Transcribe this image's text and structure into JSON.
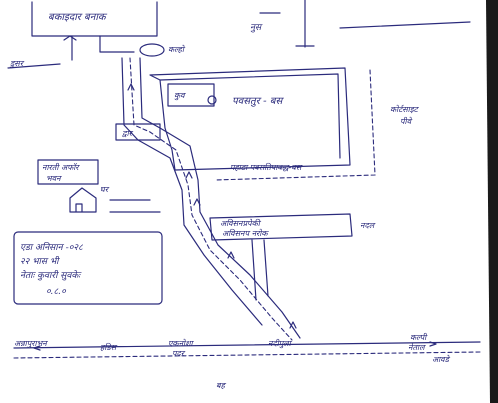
{
  "labels": {
    "top_box": "बकाइदार बनाक",
    "top_right": "नुस",
    "left_margin_top": "डुसर",
    "circle_label": "कल्हो",
    "inner_box_small": "कुव",
    "main_building": "पवसतुर - बस",
    "right_side": [
      "कोर्टसाइट",
      "पीवे"
    ],
    "gate_label": "द्वार",
    "building_bottom": "पहाडा पवसतिपाबद्ध-बस",
    "left_small_box": [
      "नारती अफॉर",
      "भवन"
    ],
    "house_label": "घर",
    "mid_box": [
      "अविसनप्रपेकी",
      "अविसनप नरोक"
    ],
    "mid_box_side": "नदल",
    "note_box": [
      "एडा अनिसान -०२८",
      "२२ भास भी",
      "नेताः कुवारी सुवकेः",
      "०.८.०"
    ],
    "bottom_left": "अन्नापुराभन",
    "bottom_mid1": "हडिस",
    "bottom_mid2": [
      "एकनोशा",
      "पदर"
    ],
    "bottom_center": "नदीपुला",
    "bottom_right": [
      "कल्पी",
      "नेताल"
    ],
    "bottom_right2": "आवडे",
    "bottom_center_foot": "बह"
  },
  "colors": {
    "ink": "#2b2b7c",
    "paper": "#ffffff",
    "shadow": "#1a1a1a"
  }
}
